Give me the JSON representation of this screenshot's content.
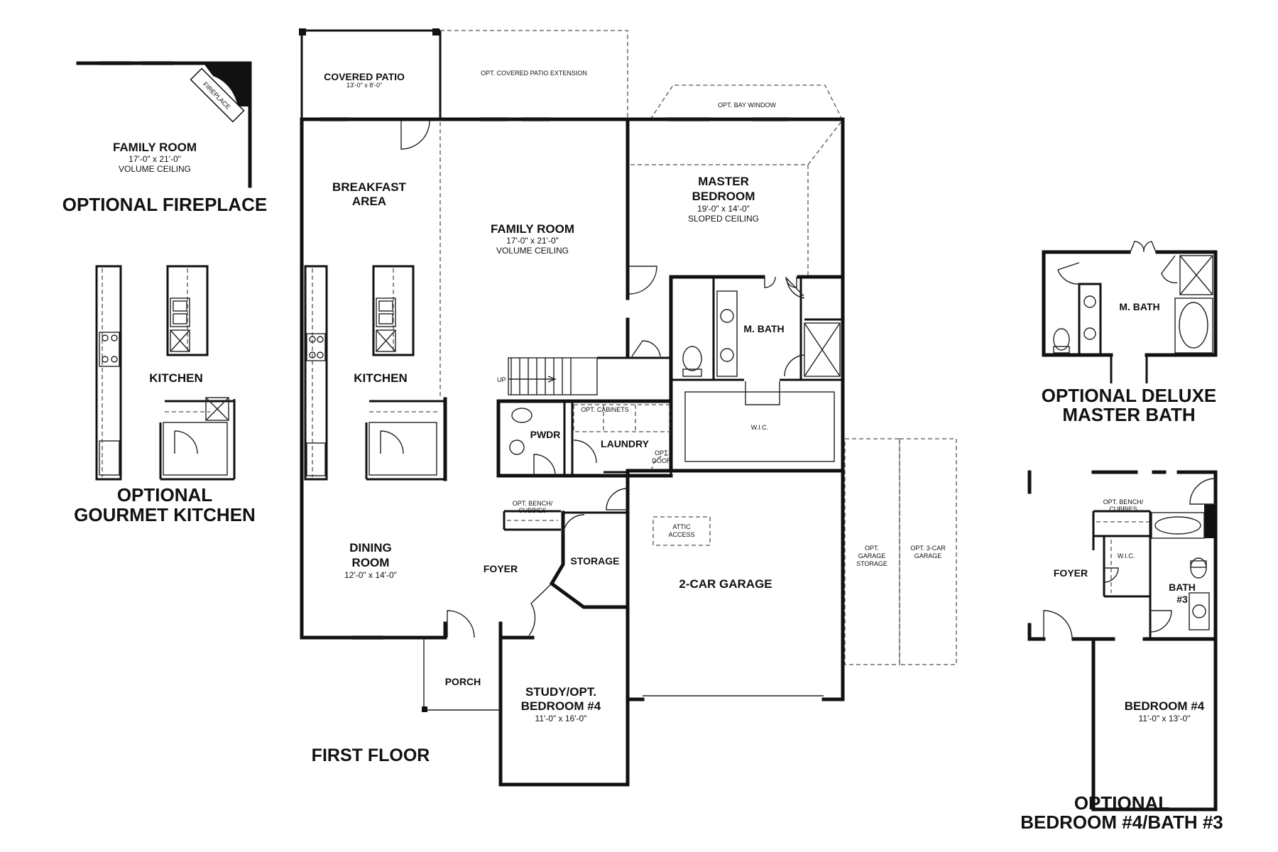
{
  "first_floor": {
    "title": "FIRST FLOOR",
    "covered_patio": {
      "name": "COVERED PATIO",
      "size": "13'-0\" x 8'-0\""
    },
    "opt_covered_patio_extension": "OPT. COVERED PATIO EXTENSION",
    "opt_bay_window": "OPT. BAY WINDOW",
    "breakfast_area": {
      "name_line1": "BREAKFAST",
      "name_line2": "AREA"
    },
    "family_room": {
      "name": "FAMILY ROOM",
      "size": "17'-0\" x 21'-0\"",
      "note": "VOLUME CEILING"
    },
    "master_bedroom": {
      "name_line1": "MASTER",
      "name_line2": "BEDROOM",
      "size": "19'-0\" x 14'-0\"",
      "note": "SLOPED CEILING"
    },
    "m_bath": "M. BATH",
    "kitchen": "KITCHEN",
    "up": "UP",
    "pwdr": "PWDR",
    "opt_cabinets": "OPT. CABINETS",
    "laundry": "LAUNDRY",
    "opt_door": {
      "line1": "OPT.",
      "line2": "DOOR"
    },
    "wic": "W.I.C.",
    "opt_bench": {
      "line1": "OPT. BENCH/",
      "line2": "CUBBIES"
    },
    "storage": "STORAGE",
    "attic_access": {
      "line1": "ATTIC",
      "line2": "ACCESS"
    },
    "dining_room": {
      "name_line1": "DINING",
      "name_line2": "ROOM",
      "size": "12'-0\" x 14'-0\""
    },
    "foyer": "FOYER",
    "garage": "2-CAR GARAGE",
    "opt_garage_storage": {
      "line1": "OPT.",
      "line2": "GARAGE",
      "line3": "STORAGE"
    },
    "opt_3car_garage": {
      "line1": "OPT. 3-CAR",
      "line2": "GARAGE"
    },
    "porch": "PORCH",
    "study": {
      "name_line1": "STUDY/OPT.",
      "name_line2": "BEDROOM #4",
      "size": "11'-0\" x 16'-0\""
    }
  },
  "optional_fireplace": {
    "title": "OPTIONAL FIREPLACE",
    "room_name": "FAMILY ROOM",
    "room_size": "17'-0\" x 21'-0\"",
    "room_note": "VOLUME CEILING",
    "fireplace_label": "FIREPLACE"
  },
  "optional_gourmet_kitchen": {
    "title_line1": "OPTIONAL",
    "title_line2": "GOURMET KITCHEN",
    "kitchen_label": "KITCHEN"
  },
  "optional_deluxe_master_bath": {
    "title_line1": "OPTIONAL DELUXE",
    "title_line2": "MASTER BATH",
    "label": "M. BATH"
  },
  "optional_bedroom4_bath3": {
    "title_line1": "OPTIONAL",
    "title_line2": "BEDROOM #4/BATH #3",
    "opt_bench": {
      "line1": "OPT. BENCH/",
      "line2": "CUBBIES"
    },
    "wic": "W.I.C.",
    "foyer": "FOYER",
    "bath": {
      "line1": "BATH",
      "line2": "#3"
    },
    "bedroom": {
      "name": "BEDROOM #4",
      "size": "11'-0\" x 13'-0\""
    }
  }
}
